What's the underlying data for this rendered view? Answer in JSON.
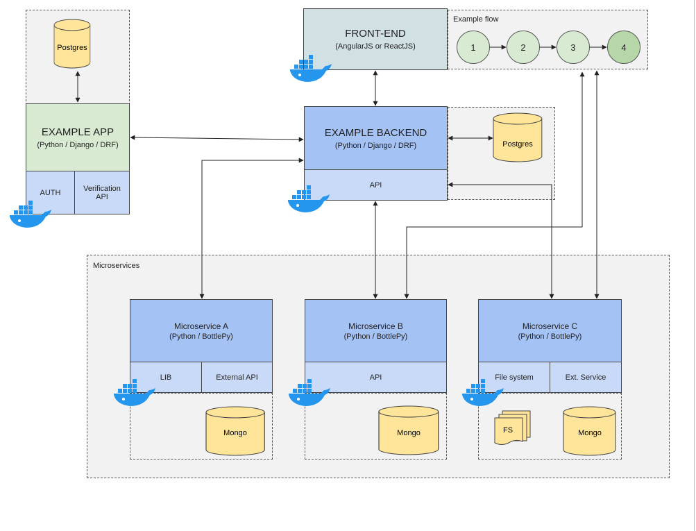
{
  "example_app": {
    "title": "EXAMPLE APP",
    "subtitle": "(Python / Django / DRF)",
    "auth": "AUTH",
    "verification": "Verification API",
    "db": "Postgres"
  },
  "frontend": {
    "title": "FRONT-END",
    "subtitle": "(AngularJS or ReactJS)"
  },
  "flow": {
    "label": "Example flow",
    "steps": [
      "1",
      "2",
      "3",
      "4"
    ]
  },
  "backend": {
    "title": "EXAMPLE BACKEND",
    "subtitle": "(Python / Django / DRF)",
    "api": "API",
    "db": "Postgres"
  },
  "microservices": {
    "label": "Microservices",
    "a": {
      "title": "Microservice A",
      "subtitle": "(Python / BottlePy)",
      "lib": "LIB",
      "ext": "External API",
      "db": "Mongo"
    },
    "b": {
      "title": "Microservice B",
      "subtitle": "(Python / BottlePy)",
      "api": "API",
      "db": "Mongo"
    },
    "c": {
      "title": "Microservice C",
      "subtitle": "(Python / BottlePy)",
      "fs_label": "File system",
      "ext": "Ext. Service",
      "fs": "FS",
      "db": "Mongo"
    }
  },
  "colors": {
    "green": "#d9ead3",
    "blue": "#a4c2f4",
    "light_blue": "#c9daf8",
    "teal": "#d0e0e3",
    "db_yellow": "#ffe599",
    "docker_blue": "#2496ed"
  },
  "icons": [
    "docker-whale-icon",
    "database-cylinder-icon",
    "file-stack-icon"
  ]
}
